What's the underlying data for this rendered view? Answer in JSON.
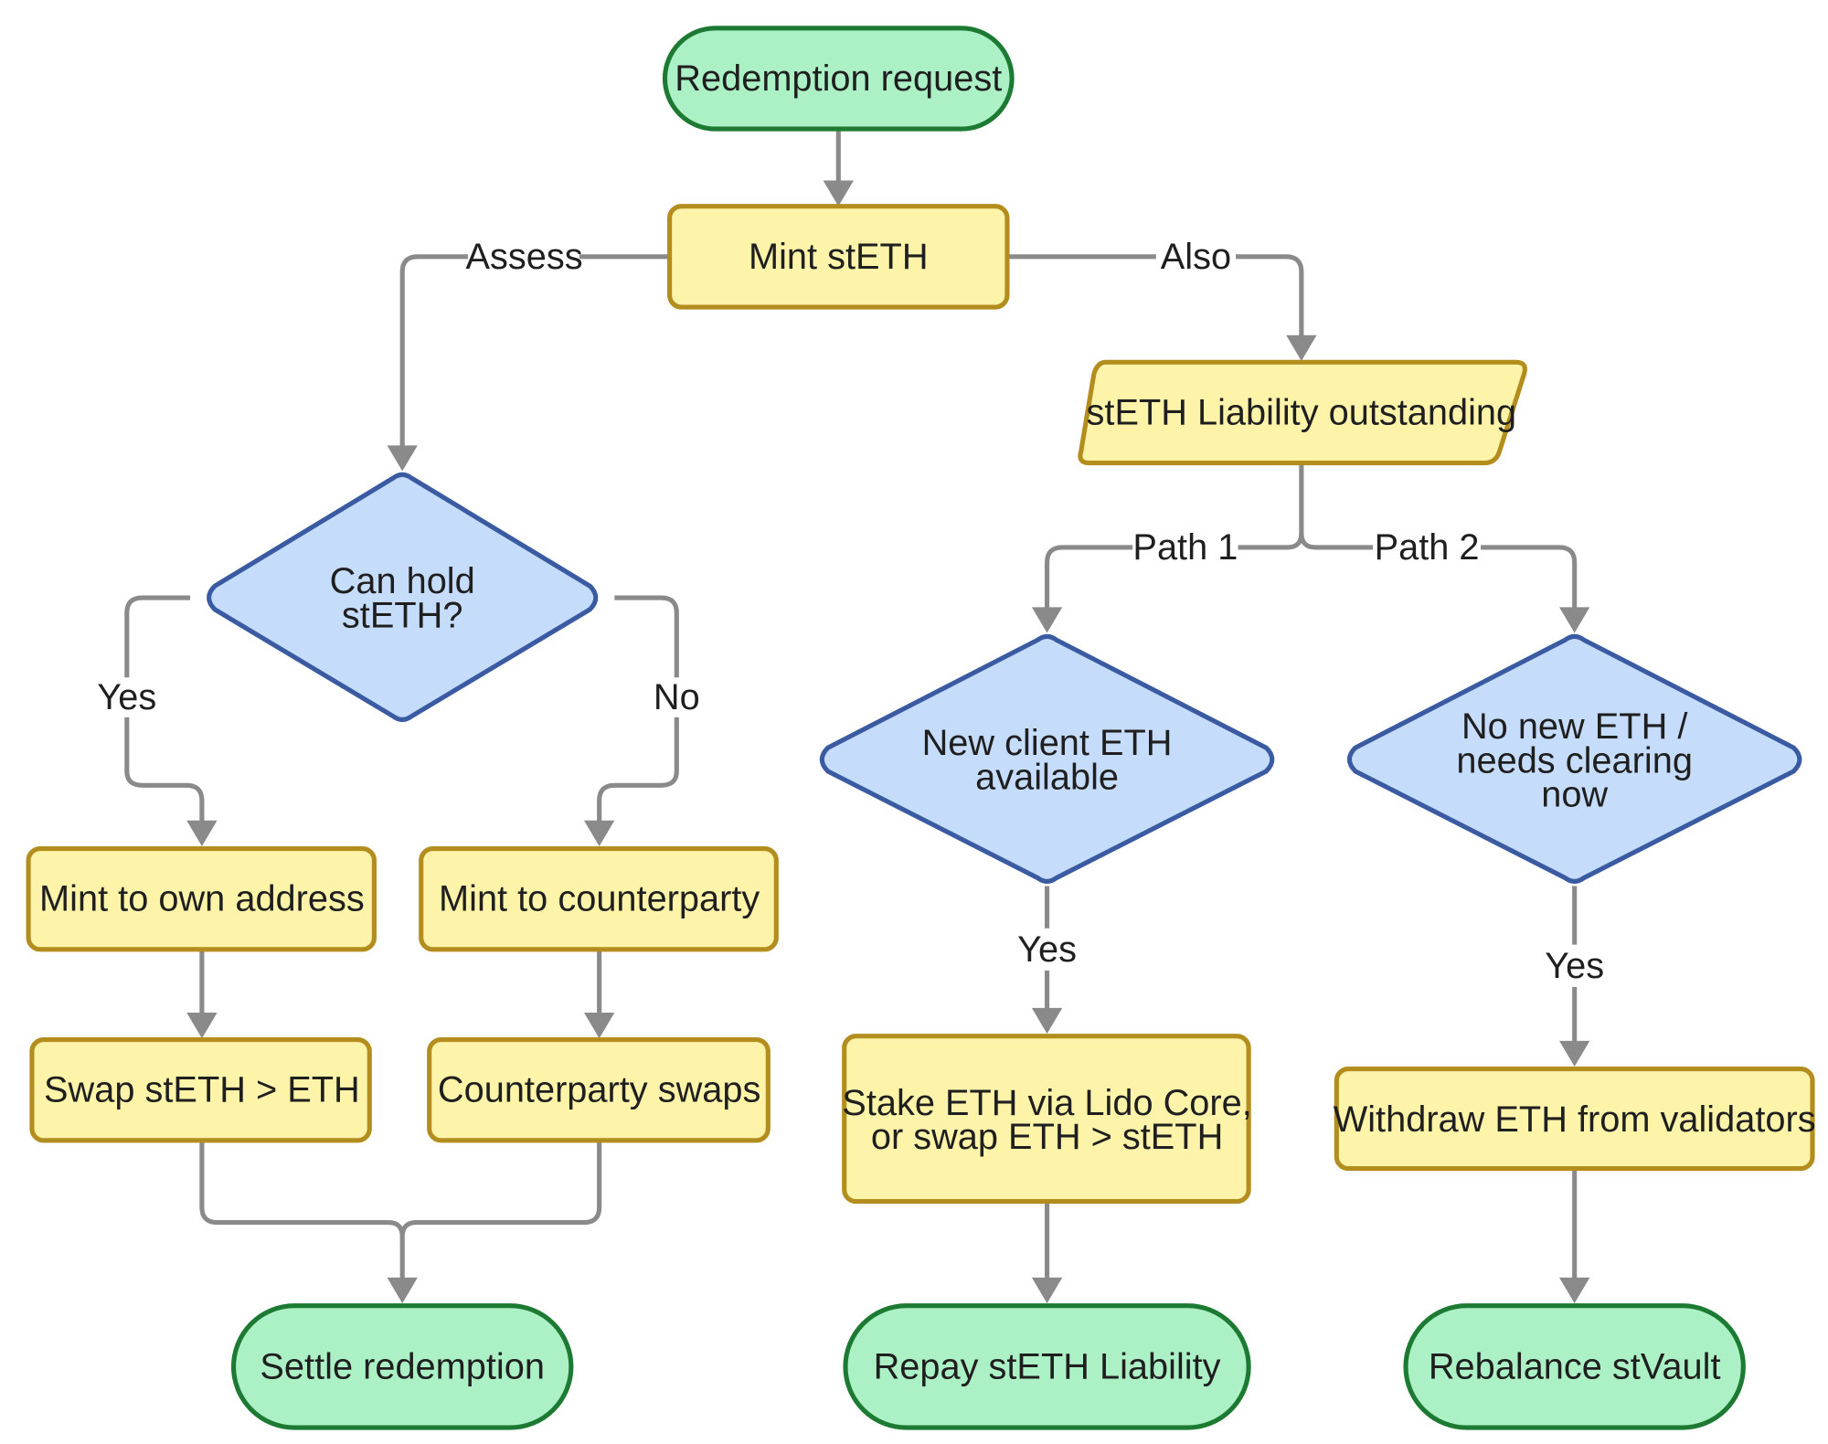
{
  "nodes": {
    "redemption_request": "Redemption request",
    "mint_steth": "Mint stETH",
    "liability_outstanding": "stETH Liability outstanding",
    "can_hold": [
      "Can hold",
      "stETH?"
    ],
    "new_client_eth": [
      "New client ETH",
      "available"
    ],
    "no_new_eth": [
      "No new ETH /",
      "needs clearing",
      "now"
    ],
    "mint_own": "Mint to own address",
    "mint_counterparty": "Mint to counterparty",
    "swap_steth": "Swap stETH > ETH",
    "counterparty_swaps": "Counterparty swaps",
    "stake_eth": [
      "Stake ETH via Lido Core,",
      "or swap ETH > stETH"
    ],
    "withdraw_eth": "Withdraw ETH from validators",
    "settle_redemption": "Settle redemption",
    "repay_liability": "Repay stETH Liability",
    "rebalance_stvault": "Rebalance stVault"
  },
  "edge_labels": {
    "assess": "Assess",
    "also": "Also",
    "path1": "Path 1",
    "path2": "Path 2",
    "can_hold_yes": "Yes",
    "can_hold_no": "No",
    "new_eth_yes": "Yes",
    "no_new_eth_yes": "Yes"
  },
  "colors": {
    "terminal_fill": "#acf0c6",
    "terminal_stroke": "#1d7a32",
    "process_fill": "#fdf3a9",
    "process_stroke": "#b38d1e",
    "decision_fill": "#c6dcfb",
    "decision_stroke": "#3a5ba1",
    "connector": "#8a8a8a"
  }
}
